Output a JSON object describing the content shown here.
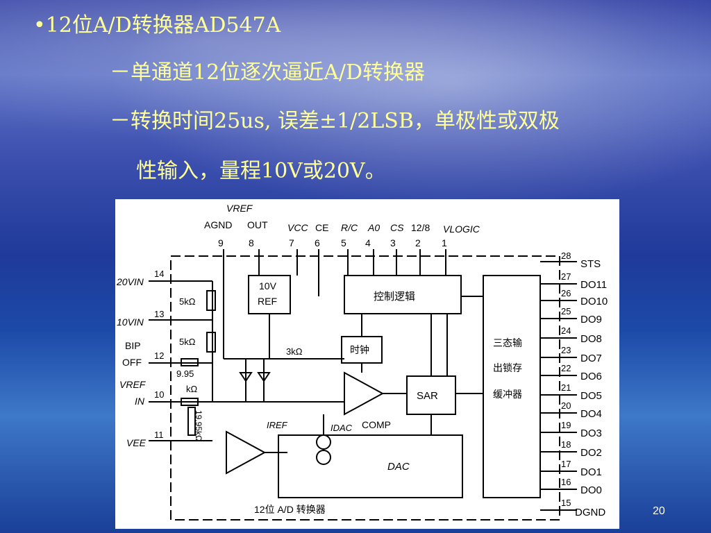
{
  "slide": {
    "line1": "•12位A/D转换器AD547A",
    "line2": "－单通道12位逐次逼近A/D转换器",
    "line3": "－转换时间25us, 误差±1/2LSB，单极性或双极",
    "line4": "性输入，量程10V或20V。",
    "page_number": "20"
  },
  "diagram": {
    "top_labels": {
      "vref": "VREF",
      "agnd": "AGND",
      "out": "OUT",
      "vcc": "VCC",
      "ce": "CE",
      "rc": "R/C",
      "a0": "A0",
      "cs": "CS",
      "b12_8": "12/8",
      "vlogic": "VLOGIC"
    },
    "top_pins": [
      "9",
      "8",
      "7",
      "6",
      "5",
      "4",
      "3",
      "2",
      "1"
    ],
    "left_labels": {
      "in20": "20VIN",
      "in10": "10VIN",
      "bip": "BIP",
      "off": "OFF",
      "vrefin1": "VREF",
      "vrefin2": "IN",
      "vee": "VEE"
    },
    "left_pins": [
      "14",
      "13",
      "12",
      "10",
      "11"
    ],
    "resistors": {
      "r1": "5kΩ",
      "r2": "5kΩ",
      "r3": "9.95",
      "r4": "kΩ",
      "r5": "3kΩ",
      "r6": "19.95kΩ"
    },
    "blocks": {
      "ref": "10V",
      "ref2": "REF",
      "control": "控制逻辑",
      "clock": "时钟",
      "sar": "SAR",
      "dac": "DAC",
      "buffer1": "三态输",
      "buffer2": "出锁存",
      "buffer3": "缓冲器",
      "comp": "COMP",
      "iref": "IREF",
      "idac": "IDAC",
      "caption": "12位 A/D 转换器"
    },
    "right_pins": [
      "28",
      "27",
      "26",
      "25",
      "24",
      "23",
      "22",
      "21",
      "20",
      "19",
      "18",
      "17",
      "16",
      "15"
    ],
    "right_labels": [
      "STS",
      "DO11",
      "DO10",
      "DO9",
      "DO8",
      "DO7",
      "DO6",
      "DO5",
      "DO4",
      "DO3",
      "DO2",
      "DO1",
      "DO0",
      "DGND"
    ]
  }
}
